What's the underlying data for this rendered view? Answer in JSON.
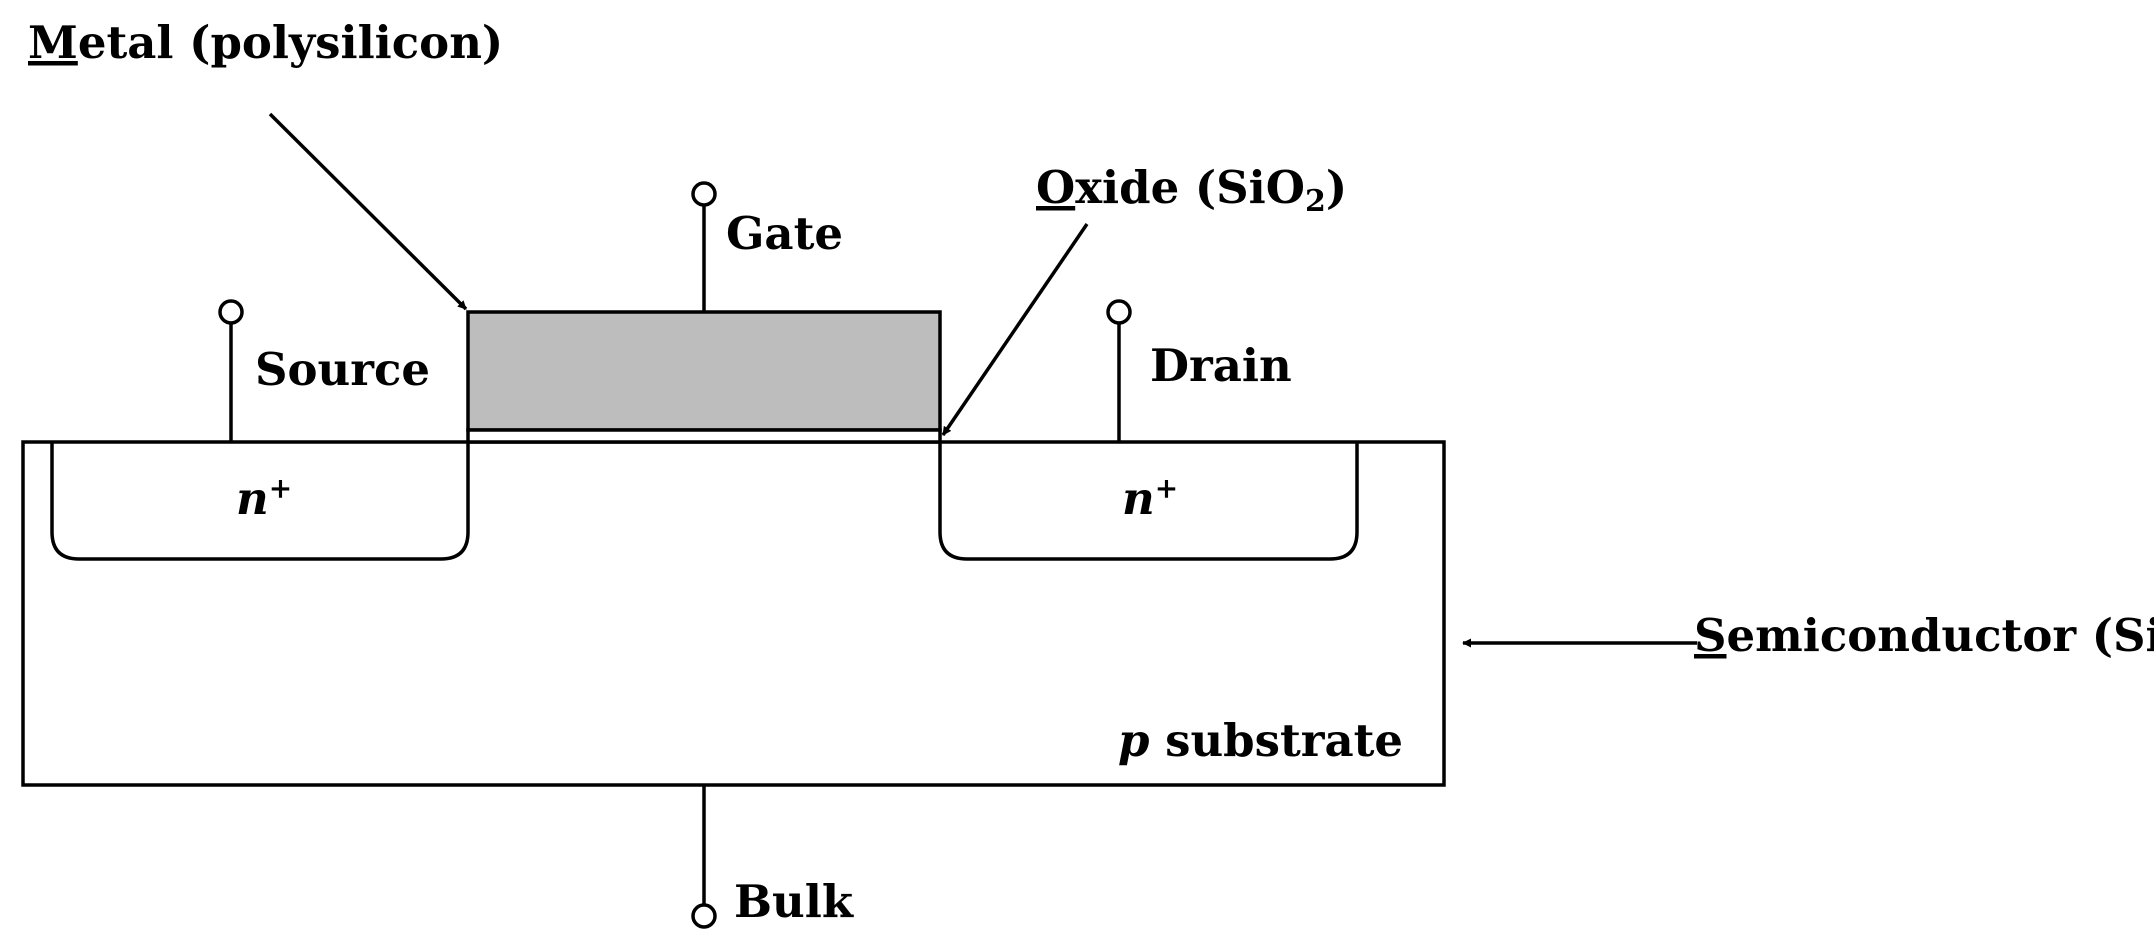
{
  "labels": {
    "metal_initial": "M",
    "metal_rest": "etal (polysilicon)",
    "gate": "Gate",
    "oxide_initial": "O",
    "oxide_rest": "xide (SiO",
    "oxide_subscript": "2",
    "oxide_close": ")",
    "source": "Source",
    "drain": "Drain",
    "n_plus_left": "n",
    "n_plus_left_sup": "+",
    "n_plus_right": "n",
    "n_plus_right_sup": "+",
    "semiconductor_initial": "S",
    "semiconductor_rest": "emiconductor (Si)",
    "substrate_type": "p",
    "substrate_rest": " substrate",
    "bulk": "Bulk"
  },
  "colors": {
    "gate_fill": "#bdbdbd",
    "stroke": "#000000"
  }
}
